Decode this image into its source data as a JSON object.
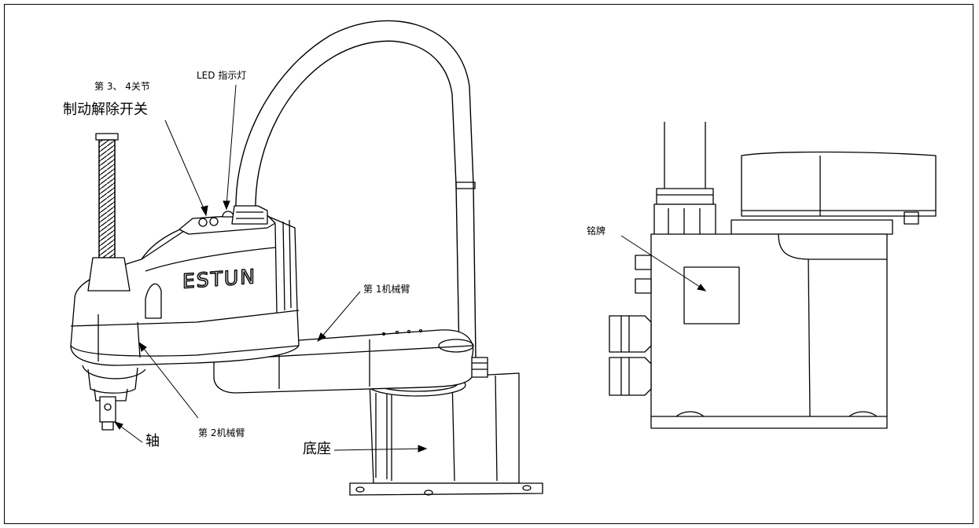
{
  "labels": {
    "joint_brake_line1": "第 3、 4关节",
    "joint_brake_line2": "制动解除开关",
    "led_indicator": "LED 指示灯",
    "arm1": "第 1机械臂",
    "arm2": "第 2机械臂",
    "shaft": "轴",
    "base": "底座",
    "nameplate": "铭牌"
  },
  "logo_text": "ESTUN",
  "colors": {
    "line": "#000000",
    "background": "#ffffff"
  }
}
